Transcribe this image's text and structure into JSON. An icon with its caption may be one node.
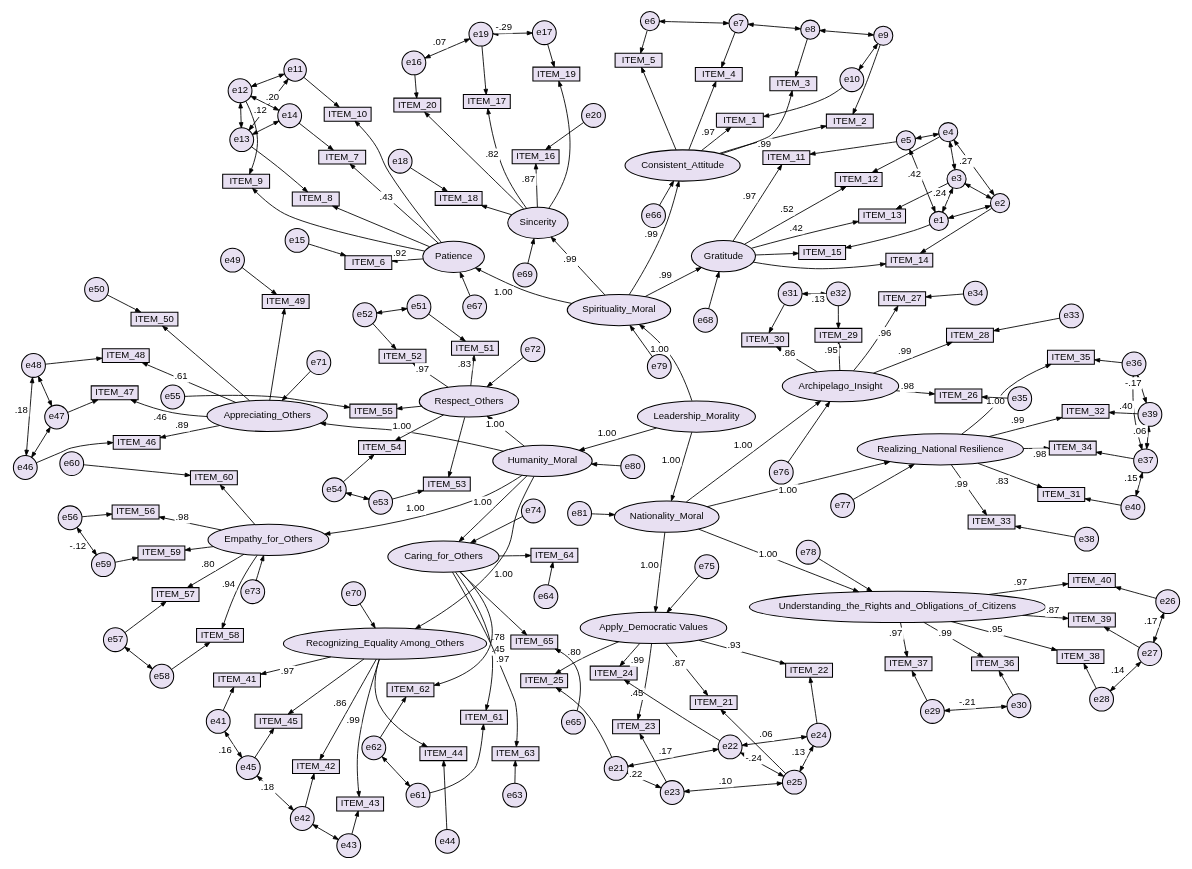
{
  "diagram": {
    "nodes": [
      {
        "text": [
          "Leadership_Morality"
        ]
      },
      {
        "text": [
          "Spirituality_Moral"
        ]
      },
      {
        "text": [
          "Humanity_Moral"
        ]
      },
      {
        "text": [
          "Nationality_Moral"
        ]
      },
      {
        "text": [
          "Consistent_Attitude"
        ]
      },
      {
        "text": [
          "Patience"
        ]
      },
      {
        "text": [
          "Gratitude"
        ]
      },
      {
        "text": [
          "Sincerity"
        ]
      },
      {
        "text": [
          "Recognizing_Equality Among_Others"
        ]
      },
      {
        "text": [
          "Appreciating_Others"
        ]
      },
      {
        "text": [
          "Respect_Others"
        ]
      },
      {
        "text": [
          "Empathy_for_Others"
        ]
      },
      {
        "text": [
          "Caring_for_Others"
        ]
      },
      {
        "text": [
          "Apply_Democratic Values"
        ]
      },
      {
        "text": [
          "Archipelago_Insight"
        ]
      },
      {
        "text": [
          "Realizing_National Resilience"
        ]
      },
      {
        "text": [
          "Understanding_the_Rights and_Obligations_of_Citizens"
        ]
      },
      {
        "text": [
          "e66"
        ]
      },
      {
        "text": [
          "e67"
        ]
      },
      {
        "text": [
          "e68"
        ]
      },
      {
        "text": [
          "e69"
        ]
      },
      {
        "text": [
          "e70"
        ]
      },
      {
        "text": [
          "e71"
        ]
      },
      {
        "text": [
          "e72"
        ]
      },
      {
        "text": [
          "e73"
        ]
      },
      {
        "text": [
          "e74"
        ]
      },
      {
        "text": [
          "e75"
        ]
      },
      {
        "text": [
          "e76"
        ]
      },
      {
        "text": [
          "e77"
        ]
      },
      {
        "text": [
          "e78"
        ]
      },
      {
        "text": [
          "e79"
        ]
      },
      {
        "text": [
          "e80"
        ]
      },
      {
        "text": [
          "e81"
        ]
      },
      {
        "text": [
          "ITEM_1"
        ]
      },
      {
        "text": [
          "ITEM_2"
        ]
      },
      {
        "text": [
          "ITEM_3"
        ]
      },
      {
        "text": [
          "ITEM_4"
        ]
      },
      {
        "text": [
          "ITEM_5"
        ]
      },
      {
        "text": [
          "ITEM_6"
        ]
      },
      {
        "text": [
          "ITEM_7"
        ]
      },
      {
        "text": [
          "ITEM_8"
        ]
      },
      {
        "text": [
          "ITEM_9"
        ]
      },
      {
        "text": [
          "ITEM_10"
        ]
      },
      {
        "text": [
          "ITEM_11"
        ]
      },
      {
        "text": [
          "ITEM_12"
        ]
      },
      {
        "text": [
          "ITEM_13"
        ]
      },
      {
        "text": [
          "ITEM_14"
        ]
      },
      {
        "text": [
          "ITEM_15"
        ]
      },
      {
        "text": [
          "ITEM_16"
        ]
      },
      {
        "text": [
          "ITEM_17"
        ]
      },
      {
        "text": [
          "ITEM_18"
        ]
      },
      {
        "text": [
          "ITEM_19"
        ]
      },
      {
        "text": [
          "ITEM_20"
        ]
      },
      {
        "text": [
          "ITEM_21"
        ]
      },
      {
        "text": [
          "ITEM_22"
        ]
      },
      {
        "text": [
          "ITEM_23"
        ]
      },
      {
        "text": [
          "ITEM_24"
        ]
      },
      {
        "text": [
          "ITEM_25"
        ]
      },
      {
        "text": [
          "ITEM_26"
        ]
      },
      {
        "text": [
          "ITEM_27"
        ]
      },
      {
        "text": [
          "ITEM_28"
        ]
      },
      {
        "text": [
          "ITEM_29"
        ]
      },
      {
        "text": [
          "ITEM_30"
        ]
      },
      {
        "text": [
          "ITEM_31"
        ]
      },
      {
        "text": [
          "ITEM_32"
        ]
      },
      {
        "text": [
          "ITEM_33"
        ]
      },
      {
        "text": [
          "ITEM_34"
        ]
      },
      {
        "text": [
          "ITEM_35"
        ]
      },
      {
        "text": [
          "ITEM_36"
        ]
      },
      {
        "text": [
          "ITEM_37"
        ]
      },
      {
        "text": [
          "ITEM_38"
        ]
      },
      {
        "text": [
          "ITEM_39"
        ]
      },
      {
        "text": [
          "ITEM_40"
        ]
      },
      {
        "text": [
          "ITEM_41"
        ]
      },
      {
        "text": [
          "ITEM_42"
        ]
      },
      {
        "text": [
          "ITEM_43"
        ]
      },
      {
        "text": [
          "ITEM_44"
        ]
      },
      {
        "text": [
          "ITEM_45"
        ]
      },
      {
        "text": [
          "ITEM_46"
        ]
      },
      {
        "text": [
          "ITEM_47"
        ]
      },
      {
        "text": [
          "ITEM_48"
        ]
      },
      {
        "text": [
          "ITEM_49"
        ]
      },
      {
        "text": [
          "ITEM_50"
        ]
      },
      {
        "text": [
          "ITEM_51"
        ]
      },
      {
        "text": [
          "ITEM_52"
        ]
      },
      {
        "text": [
          "ITEM_53"
        ]
      },
      {
        "text": [
          "ITEM_54"
        ]
      },
      {
        "text": [
          "ITEM_55"
        ]
      },
      {
        "text": [
          "ITEM_56"
        ]
      },
      {
        "text": [
          "ITEM_57"
        ]
      },
      {
        "text": [
          "ITEM_58"
        ]
      },
      {
        "text": [
          "ITEM_59"
        ]
      },
      {
        "text": [
          "ITEM_60"
        ]
      },
      {
        "text": [
          "ITEM_61"
        ]
      },
      {
        "text": [
          "ITEM_62"
        ]
      },
      {
        "text": [
          "ITEM_63"
        ]
      },
      {
        "text": [
          "ITEM_64"
        ]
      },
      {
        "text": [
          "ITEM_65"
        ]
      },
      {
        "text": [
          "e1"
        ]
      },
      {
        "text": [
          "e2"
        ]
      },
      {
        "text": [
          "e3"
        ]
      },
      {
        "text": [
          "e4"
        ]
      },
      {
        "text": [
          "e5"
        ]
      },
      {
        "text": [
          "e6"
        ]
      },
      {
        "text": [
          "e7"
        ]
      },
      {
        "text": [
          "e8"
        ]
      },
      {
        "text": [
          "e9"
        ]
      },
      {
        "text": [
          "e10"
        ]
      },
      {
        "text": [
          "e11"
        ]
      },
      {
        "text": [
          "e12"
        ]
      },
      {
        "text": [
          "e13"
        ]
      },
      {
        "text": [
          "e14"
        ]
      },
      {
        "text": [
          "e15"
        ]
      },
      {
        "text": [
          "e16"
        ]
      },
      {
        "text": [
          "e17"
        ]
      },
      {
        "text": [
          "e18"
        ]
      },
      {
        "text": [
          "e19"
        ]
      },
      {
        "text": [
          "e20"
        ]
      },
      {
        "text": [
          "e21"
        ]
      },
      {
        "text": [
          "e22"
        ]
      },
      {
        "text": [
          "e23"
        ]
      },
      {
        "text": [
          "e24"
        ]
      },
      {
        "text": [
          "e25"
        ]
      },
      {
        "text": [
          "e26"
        ]
      },
      {
        "text": [
          "e27"
        ]
      },
      {
        "text": [
          "e28"
        ]
      },
      {
        "text": [
          "e29"
        ]
      },
      {
        "text": [
          "e30"
        ]
      },
      {
        "text": [
          "e31"
        ]
      },
      {
        "text": [
          "e32"
        ]
      },
      {
        "text": [
          "e33"
        ]
      },
      {
        "text": [
          "e34"
        ]
      },
      {
        "text": [
          "e35"
        ]
      },
      {
        "text": [
          "e36"
        ]
      },
      {
        "text": [
          "e37"
        ]
      },
      {
        "text": [
          "e38"
        ]
      },
      {
        "text": [
          "e39"
        ]
      },
      {
        "text": [
          "e40"
        ]
      },
      {
        "text": [
          "e41"
        ]
      },
      {
        "text": [
          "e42"
        ]
      },
      {
        "text": [
          "e43"
        ]
      },
      {
        "text": [
          "e44"
        ]
      },
      {
        "text": [
          "e45"
        ]
      },
      {
        "text": [
          "e46"
        ]
      },
      {
        "text": [
          "e47"
        ]
      },
      {
        "text": [
          "e48"
        ]
      },
      {
        "text": [
          "e49"
        ]
      },
      {
        "text": [
          "e50"
        ]
      },
      {
        "text": [
          "e51"
        ]
      },
      {
        "text": [
          "e52"
        ]
      },
      {
        "text": [
          "e53"
        ]
      },
      {
        "text": [
          "e54"
        ]
      },
      {
        "text": [
          "e55"
        ]
      },
      {
        "text": [
          "e56"
        ]
      },
      {
        "text": [
          "e57"
        ]
      },
      {
        "text": [
          "e58"
        ]
      },
      {
        "text": [
          "e59"
        ]
      },
      {
        "text": [
          "e60"
        ]
      },
      {
        "text": [
          "e61"
        ]
      },
      {
        "text": [
          "e62"
        ]
      },
      {
        "text": [
          "e63"
        ]
      },
      {
        "text": [
          "e64"
        ]
      },
      {
        "text": [
          "e65"
        ]
      }
    ],
    "edges": [
      {
        "from": 0,
        "to": 1,
        "arrow": "to",
        "label": "1.00"
      },
      {
        "from": 0,
        "to": 2,
        "arrow": "to",
        "label": "1.00"
      },
      {
        "from": 0,
        "to": 3,
        "arrow": "to",
        "label": "1.00"
      },
      {
        "from": 1,
        "to": 4,
        "arrow": "to",
        "label": ".99"
      },
      {
        "from": 1,
        "to": 5,
        "arrow": "to",
        "label": "1.00"
      },
      {
        "from": 1,
        "to": 6,
        "arrow": "to",
        "label": ".99"
      },
      {
        "from": 1,
        "to": 7,
        "arrow": "to",
        "label": ".99"
      },
      {
        "from": 2,
        "to": 8,
        "arrow": "to",
        "label": "1.00"
      },
      {
        "from": 2,
        "to": 9,
        "arrow": "to",
        "label": "1.00"
      },
      {
        "from": 2,
        "to": 10,
        "arrow": "to",
        "label": "1.00"
      },
      {
        "from": 2,
        "to": 11,
        "arrow": "to",
        "label": "1.00"
      },
      {
        "from": 2,
        "to": 12,
        "arrow": "to",
        "label": "1.00"
      },
      {
        "from": 3,
        "to": 13,
        "arrow": "to",
        "label": "1.00"
      },
      {
        "from": 3,
        "to": 14,
        "arrow": "to",
        "label": "1.00"
      },
      {
        "from": 3,
        "to": 15,
        "arrow": "to",
        "label": "1.00"
      },
      {
        "from": 3,
        "to": 16,
        "arrow": "to",
        "label": "1.00"
      },
      {
        "from": 30,
        "to": 1,
        "arrow": "to"
      },
      {
        "from": 31,
        "to": 2,
        "arrow": "to"
      },
      {
        "from": 32,
        "to": 3,
        "arrow": "to"
      },
      {
        "from": 17,
        "to": 4,
        "arrow": "to"
      },
      {
        "from": 18,
        "to": 5,
        "arrow": "to"
      },
      {
        "from": 19,
        "to": 6,
        "arrow": "to"
      },
      {
        "from": 20,
        "to": 7,
        "arrow": "to"
      },
      {
        "from": 21,
        "to": 8,
        "arrow": "to"
      },
      {
        "from": 22,
        "to": 9,
        "arrow": "to"
      },
      {
        "from": 23,
        "to": 10,
        "arrow": "to"
      },
      {
        "from": 24,
        "to": 11,
        "arrow": "to"
      },
      {
        "from": 25,
        "to": 12,
        "arrow": "to"
      },
      {
        "from": 26,
        "to": 13,
        "arrow": "to"
      },
      {
        "from": 27,
        "to": 14,
        "arrow": "to"
      },
      {
        "from": 28,
        "to": 15,
        "arrow": "to"
      },
      {
        "from": 29,
        "to": 16,
        "arrow": "to"
      },
      {
        "from": 4,
        "to": 33,
        "arrow": "to",
        "label": ".97"
      },
      {
        "from": 4,
        "to": 34,
        "arrow": "to",
        "label": ".99"
      },
      {
        "from": 4,
        "to": 35,
        "arrow": "to"
      },
      {
        "from": 4,
        "to": 36,
        "arrow": "to"
      },
      {
        "from": 4,
        "to": 37,
        "arrow": "to"
      },
      {
        "from": 5,
        "to": 38,
        "arrow": "to",
        "label": ".92"
      },
      {
        "from": 5,
        "to": 39,
        "arrow": "to",
        "label": ".43"
      },
      {
        "from": 5,
        "to": 40,
        "arrow": "to"
      },
      {
        "from": 5,
        "to": 41,
        "arrow": "to"
      },
      {
        "from": 5,
        "to": 42,
        "arrow": "to"
      },
      {
        "from": 6,
        "to": 43,
        "arrow": "to",
        "label": ".97"
      },
      {
        "from": 6,
        "to": 44,
        "arrow": "to",
        "label": ".52"
      },
      {
        "from": 6,
        "to": 45,
        "arrow": "to",
        "label": ".42"
      },
      {
        "from": 6,
        "to": 46,
        "arrow": "to"
      },
      {
        "from": 6,
        "to": 47,
        "arrow": "to"
      },
      {
        "from": 7,
        "to": 48,
        "arrow": "to",
        "label": ".87"
      },
      {
        "from": 7,
        "to": 49,
        "arrow": "to",
        "label": ".82"
      },
      {
        "from": 7,
        "to": 50,
        "arrow": "to"
      },
      {
        "from": 7,
        "to": 51,
        "arrow": "to"
      },
      {
        "from": 7,
        "to": 52,
        "arrow": "to"
      },
      {
        "from": 13,
        "to": 53,
        "arrow": "to",
        "label": ".87"
      },
      {
        "from": 13,
        "to": 54,
        "arrow": "to",
        "label": ".93"
      },
      {
        "from": 13,
        "to": 55,
        "arrow": "to",
        "label": ".45"
      },
      {
        "from": 13,
        "to": 56,
        "arrow": "to",
        "label": ".99"
      },
      {
        "from": 13,
        "to": 57,
        "arrow": "to",
        "label": ".80"
      },
      {
        "from": 14,
        "to": 58,
        "arrow": "to",
        "label": ".98"
      },
      {
        "from": 14,
        "to": 59,
        "arrow": "to",
        "label": ".96"
      },
      {
        "from": 14,
        "to": 60,
        "arrow": "to",
        "label": ".99"
      },
      {
        "from": 14,
        "to": 61,
        "arrow": "to",
        "label": ".95"
      },
      {
        "from": 14,
        "to": 62,
        "arrow": "to",
        "label": ".86"
      },
      {
        "from": 15,
        "to": 63,
        "arrow": "to",
        "label": ".83"
      },
      {
        "from": 15,
        "to": 64,
        "arrow": "to",
        "label": ".99"
      },
      {
        "from": 15,
        "to": 65,
        "arrow": "to",
        "label": ".99"
      },
      {
        "from": 15,
        "to": 66,
        "arrow": "to",
        "label": ".98"
      },
      {
        "from": 15,
        "to": 67,
        "arrow": "to",
        "label": "1.00"
      },
      {
        "from": 16,
        "to": 68,
        "arrow": "to",
        "label": ".99"
      },
      {
        "from": 16,
        "to": 69,
        "arrow": "to",
        "label": ".97"
      },
      {
        "from": 16,
        "to": 70,
        "arrow": "to",
        "label": ".95"
      },
      {
        "from": 16,
        "to": 71,
        "arrow": "to",
        "label": ".87"
      },
      {
        "from": 16,
        "to": 72,
        "arrow": "to",
        "label": ".97"
      },
      {
        "from": 8,
        "to": 73,
        "arrow": "to",
        "label": ".97"
      },
      {
        "from": 8,
        "to": 74,
        "arrow": "to",
        "label": ".86"
      },
      {
        "from": 8,
        "to": 75,
        "arrow": "to",
        "label": ".99"
      },
      {
        "from": 8,
        "to": 76,
        "arrow": "to"
      },
      {
        "from": 8,
        "to": 77,
        "arrow": "to"
      },
      {
        "from": 9,
        "to": 78,
        "arrow": "to",
        "label": ".89"
      },
      {
        "from": 9,
        "to": 79,
        "arrow": "to",
        "label": ".46"
      },
      {
        "from": 9,
        "to": 80,
        "arrow": "to",
        "label": ".61"
      },
      {
        "from": 9,
        "to": 81,
        "arrow": "to"
      },
      {
        "from": 9,
        "to": 82,
        "arrow": "to"
      },
      {
        "from": 10,
        "to": 83,
        "arrow": "to",
        "label": ".83"
      },
      {
        "from": 10,
        "to": 84,
        "arrow": "to",
        "label": ".97"
      },
      {
        "from": 10,
        "to": 85,
        "arrow": "to"
      },
      {
        "from": 10,
        "to": 86,
        "arrow": "to"
      },
      {
        "from": 10,
        "to": 87,
        "arrow": "to"
      },
      {
        "from": 11,
        "to": 88,
        "arrow": "to",
        "label": ".98"
      },
      {
        "from": 11,
        "to": 89,
        "arrow": "to",
        "label": ".80"
      },
      {
        "from": 11,
        "to": 90,
        "arrow": "to",
        "label": ".94"
      },
      {
        "from": 11,
        "to": 91,
        "arrow": "to"
      },
      {
        "from": 11,
        "to": 92,
        "arrow": "to"
      },
      {
        "from": 12,
        "to": 93,
        "arrow": "to",
        "label": ".78"
      },
      {
        "from": 12,
        "to": 94,
        "arrow": "to",
        "label": ".45"
      },
      {
        "from": 12,
        "to": 95,
        "arrow": "to",
        "label": ".97"
      },
      {
        "from": 12,
        "to": 96,
        "arrow": "to"
      },
      {
        "from": 12,
        "to": 97,
        "arrow": "to"
      },
      {
        "from": 107,
        "to": 33,
        "arrow": "to"
      },
      {
        "from": 106,
        "to": 34,
        "arrow": "to"
      },
      {
        "from": 105,
        "to": 35,
        "arrow": "to"
      },
      {
        "from": 104,
        "to": 36,
        "arrow": "to"
      },
      {
        "from": 103,
        "to": 37,
        "arrow": "to"
      },
      {
        "from": 112,
        "to": 38,
        "arrow": "to"
      },
      {
        "from": 111,
        "to": 39,
        "arrow": "to"
      },
      {
        "from": 110,
        "to": 40,
        "arrow": "to"
      },
      {
        "from": 109,
        "to": 41,
        "arrow": "to"
      },
      {
        "from": 108,
        "to": 42,
        "arrow": "to"
      },
      {
        "from": 102,
        "to": 43,
        "arrow": "to"
      },
      {
        "from": 101,
        "to": 44,
        "arrow": "to"
      },
      {
        "from": 100,
        "to": 45,
        "arrow": "to"
      },
      {
        "from": 99,
        "to": 46,
        "arrow": "to"
      },
      {
        "from": 98,
        "to": 47,
        "arrow": "to"
      },
      {
        "from": 117,
        "to": 48,
        "arrow": "to"
      },
      {
        "from": 116,
        "to": 49,
        "arrow": "to"
      },
      {
        "from": 115,
        "to": 50,
        "arrow": "to"
      },
      {
        "from": 114,
        "to": 51,
        "arrow": "to"
      },
      {
        "from": 113,
        "to": 52,
        "arrow": "to"
      },
      {
        "from": 122,
        "to": 53,
        "arrow": "to"
      },
      {
        "from": 121,
        "to": 54,
        "arrow": "to"
      },
      {
        "from": 120,
        "to": 55,
        "arrow": "to"
      },
      {
        "from": 119,
        "to": 56,
        "arrow": "to"
      },
      {
        "from": 118,
        "to": 57,
        "arrow": "to"
      },
      {
        "from": 132,
        "to": 58,
        "arrow": "to"
      },
      {
        "from": 131,
        "to": 59,
        "arrow": "to"
      },
      {
        "from": 130,
        "to": 60,
        "arrow": "to"
      },
      {
        "from": 129,
        "to": 61,
        "arrow": "to"
      },
      {
        "from": 128,
        "to": 62,
        "arrow": "to"
      },
      {
        "from": 137,
        "to": 63,
        "arrow": "to"
      },
      {
        "from": 136,
        "to": 64,
        "arrow": "to"
      },
      {
        "from": 135,
        "to": 65,
        "arrow": "to"
      },
      {
        "from": 134,
        "to": 66,
        "arrow": "to"
      },
      {
        "from": 133,
        "to": 67,
        "arrow": "to"
      },
      {
        "from": 127,
        "to": 68,
        "arrow": "to"
      },
      {
        "from": 126,
        "to": 69,
        "arrow": "to"
      },
      {
        "from": 125,
        "to": 70,
        "arrow": "to"
      },
      {
        "from": 124,
        "to": 71,
        "arrow": "to"
      },
      {
        "from": 123,
        "to": 72,
        "arrow": "to"
      },
      {
        "from": 138,
        "to": 73,
        "arrow": "to"
      },
      {
        "from": 139,
        "to": 74,
        "arrow": "to"
      },
      {
        "from": 140,
        "to": 75,
        "arrow": "to"
      },
      {
        "from": 141,
        "to": 76,
        "arrow": "to"
      },
      {
        "from": 142,
        "to": 77,
        "arrow": "to"
      },
      {
        "from": 143,
        "to": 78,
        "arrow": "to"
      },
      {
        "from": 144,
        "to": 79,
        "arrow": "to"
      },
      {
        "from": 145,
        "to": 80,
        "arrow": "to"
      },
      {
        "from": 146,
        "to": 81,
        "arrow": "to"
      },
      {
        "from": 147,
        "to": 82,
        "arrow": "to"
      },
      {
        "from": 148,
        "to": 83,
        "arrow": "to"
      },
      {
        "from": 149,
        "to": 84,
        "arrow": "to"
      },
      {
        "from": 150,
        "to": 85,
        "arrow": "to"
      },
      {
        "from": 151,
        "to": 86,
        "arrow": "to"
      },
      {
        "from": 152,
        "to": 87,
        "arrow": "to"
      },
      {
        "from": 153,
        "to": 88,
        "arrow": "to"
      },
      {
        "from": 154,
        "to": 89,
        "arrow": "to"
      },
      {
        "from": 155,
        "to": 90,
        "arrow": "to"
      },
      {
        "from": 156,
        "to": 91,
        "arrow": "to"
      },
      {
        "from": 157,
        "to": 92,
        "arrow": "to"
      },
      {
        "from": 158,
        "to": 93,
        "arrow": "to"
      },
      {
        "from": 159,
        "to": 94,
        "arrow": "to"
      },
      {
        "from": 160,
        "to": 95,
        "arrow": "to"
      },
      {
        "from": 161,
        "to": 96,
        "arrow": "to"
      },
      {
        "from": 162,
        "to": 97,
        "arrow": "to"
      },
      {
        "from": 107,
        "to": 106,
        "arrow": "both"
      },
      {
        "from": 106,
        "to": 105,
        "arrow": "both"
      },
      {
        "from": 105,
        "to": 104,
        "arrow": "both"
      },
      {
        "from": 104,
        "to": 103,
        "arrow": "both"
      },
      {
        "from": 111,
        "to": 110,
        "arrow": "both"
      },
      {
        "from": 110,
        "to": 109,
        "arrow": "both"
      },
      {
        "from": 109,
        "to": 108,
        "arrow": "both"
      },
      {
        "from": 111,
        "to": 109,
        "arrow": "both",
        "label": ".20"
      },
      {
        "from": 110,
        "to": 108,
        "arrow": "both",
        "label": ".12"
      },
      {
        "from": 102,
        "to": 101,
        "arrow": "both"
      },
      {
        "from": 101,
        "to": 100,
        "arrow": "both"
      },
      {
        "from": 100,
        "to": 99,
        "arrow": "both"
      },
      {
        "from": 99,
        "to": 98,
        "arrow": "both"
      },
      {
        "from": 101,
        "to": 99,
        "arrow": "both",
        "label": ".27"
      },
      {
        "from": 102,
        "to": 98,
        "arrow": "both",
        "label": ".42"
      },
      {
        "from": 100,
        "to": 98,
        "arrow": "both",
        "label": ".24"
      },
      {
        "from": 116,
        "to": 114,
        "arrow": "both",
        "label": "-.29"
      },
      {
        "from": 116,
        "to": 113,
        "arrow": "both",
        "label": ".07"
      },
      {
        "from": 122,
        "to": 121,
        "arrow": "both",
        "label": ".13"
      },
      {
        "from": 122,
        "to": 120,
        "arrow": "both",
        "label": ".10"
      },
      {
        "from": 121,
        "to": 119,
        "arrow": "both",
        "label": ".06"
      },
      {
        "from": 120,
        "to": 118,
        "arrow": "both",
        "label": ".22"
      },
      {
        "from": 119,
        "to": 118,
        "arrow": "both",
        "label": ".17"
      },
      {
        "from": 122,
        "to": 119,
        "arrow": "both",
        "label": "-.24"
      },
      {
        "from": 129,
        "to": 128,
        "arrow": "both",
        "label": ".13"
      },
      {
        "from": 134,
        "to": 133,
        "arrow": "both",
        "label": ".40"
      },
      {
        "from": 136,
        "to": 134,
        "arrow": "both",
        "label": ".06"
      },
      {
        "from": 137,
        "to": 134,
        "arrow": "both",
        "label": ".15"
      },
      {
        "from": 136,
        "to": 133,
        "arrow": "both",
        "label": "-.17"
      },
      {
        "from": 127,
        "to": 126,
        "arrow": "both",
        "label": "-.21"
      },
      {
        "from": 125,
        "to": 124,
        "arrow": "both",
        "label": ".14"
      },
      {
        "from": 124,
        "to": 123,
        "arrow": "both",
        "label": ".17"
      },
      {
        "from": 138,
        "to": 142,
        "arrow": "both",
        "label": ".16"
      },
      {
        "from": 139,
        "to": 142,
        "arrow": "both",
        "label": ".18"
      },
      {
        "from": 139,
        "to": 140,
        "arrow": "both"
      },
      {
        "from": 143,
        "to": 144,
        "arrow": "both"
      },
      {
        "from": 144,
        "to": 145,
        "arrow": "both"
      },
      {
        "from": 143,
        "to": 145,
        "arrow": "both",
        "label": ".18"
      },
      {
        "from": 148,
        "to": 149,
        "arrow": "both"
      },
      {
        "from": 150,
        "to": 151,
        "arrow": "both"
      },
      {
        "from": 153,
        "to": 156,
        "arrow": "both",
        "label": "-.12"
      },
      {
        "from": 154,
        "to": 155,
        "arrow": "both"
      },
      {
        "from": 158,
        "to": 159,
        "arrow": "both"
      }
    ]
  }
}
